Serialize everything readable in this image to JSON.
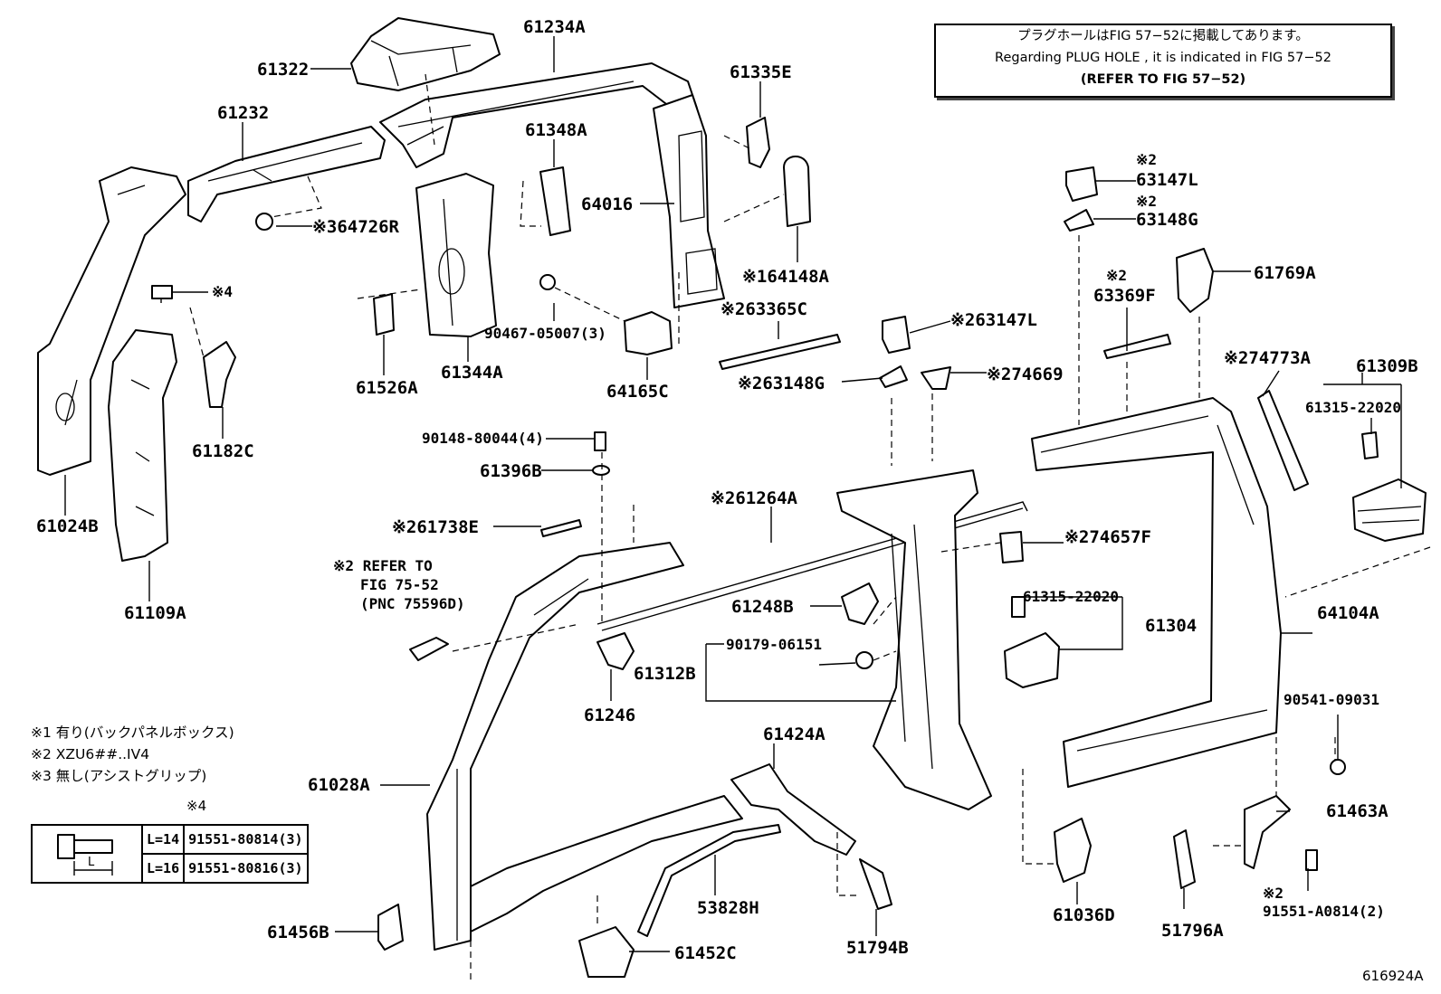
{
  "notice": {
    "line_jp": "プラグホールはFIG 57−52に掲載してあります。",
    "line_en": "Regarding PLUG HOLE , it is indicated in FIG 57−52",
    "line_ref": "(REFER TO FIG 57−52)"
  },
  "footnotes": [
    "※1 有り(バックパネルボックス)",
    "※2 XZU6##..IV4",
    "※3 無し(アシストグリップ)"
  ],
  "bolt_table": {
    "mark": "※4",
    "dimension_label": "L",
    "rows": [
      {
        "length": "L=14",
        "part": "91551-80814(3)"
      },
      {
        "length": "L=16",
        "part": "91551-80816(3)"
      }
    ]
  },
  "refer_note": {
    "mark": "※2",
    "line1": "REFER TO",
    "line2": "FIG 75-52",
    "line3": "(PNC 75596D)"
  },
  "figure_id": "616924A",
  "labels": {
    "p61234A": "61234A",
    "p61322": "61322",
    "p61232": "61232",
    "p61335E": "61335E",
    "p61348A": "61348A",
    "p64016": "64016",
    "p64726R": "※364726R",
    "p64148A": "※164148A",
    "p90467": "90467-05007(3)",
    "p64165C": "64165C",
    "p61344A": "61344A",
    "p61526A": "61526A",
    "mark4": "※4",
    "p61182C": "61182C",
    "p61024B": "61024B",
    "p61109A": "61109A",
    "p63365C": "※263365C",
    "p63147L_top": "63147L",
    "mark_63147L_top": "※2",
    "p63148G_top": "63148G",
    "mark_63148G_top": "※2",
    "p61769A": "61769A",
    "mark_63369F": "※2",
    "p63369F": "63369F",
    "p63147L_mid": "※263147L",
    "p63148G_mid": "※263148G",
    "p74669": "※274669",
    "p74773A": "※274773A",
    "p61309B": "61309B",
    "p61315_a": "61315-22020",
    "p90148": "90148-80044(4)",
    "p61396B": "61396B",
    "p61738E": "※261738E",
    "p61264A": "※261264A",
    "p74657F": "※274657F",
    "p61248B": "61248B",
    "p61315_b": "61315-22020",
    "p61304": "61304",
    "p64104A": "64104A",
    "p90179": "90179-06151",
    "p61312B": "61312B",
    "p61246": "61246",
    "p90541": "90541-09031",
    "p61424A": "61424A",
    "p61028A": "61028A",
    "p61463A": "61463A",
    "p53828H": "53828H",
    "mark_91551": "※2",
    "p91551_A": "91551-A0814(2)",
    "p61036D": "61036D",
    "p51796A": "51796A",
    "p61456B": "61456B",
    "p51794B": "51794B",
    "p61452C": "61452C"
  }
}
